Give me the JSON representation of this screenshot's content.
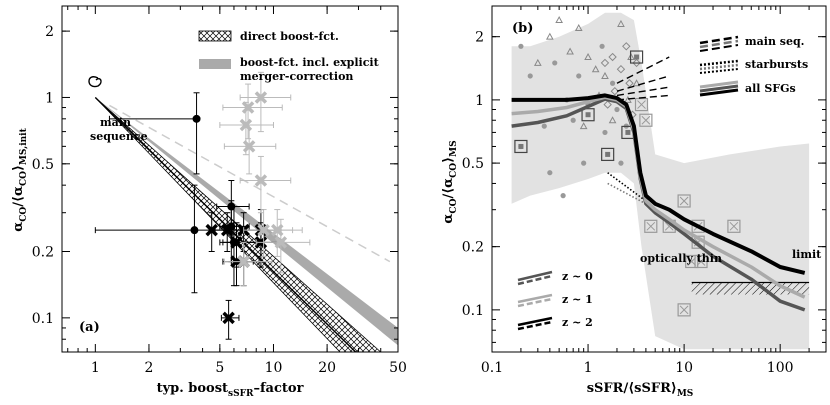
{
  "chart_data": [
    {
      "type": "scatter",
      "panel_label": "(a)",
      "xlabel_main": "typ. boost",
      "xlabel_sub": "sSFR",
      "xlabel_tail": "–factor",
      "ylabel_main": "α",
      "ylabel_sub1": "CO",
      "ylabel_mid": "/⟨α",
      "ylabel_sub2": "CO",
      "ylabel_tail": "⟩",
      "ylabel_sub3": "MS,init",
      "xscale": "log",
      "yscale": "log",
      "xlim": [
        0.65,
        50
      ],
      "ylim": [
        0.07,
        2.6
      ],
      "xticks": [
        1,
        2,
        5,
        10,
        20,
        50
      ],
      "xtick_labels": [
        "1",
        "2",
        "5",
        "10",
        "20",
        "50"
      ],
      "yticks": [
        0.1,
        0.2,
        0.5,
        1,
        2
      ],
      "ytick_labels": [
        "0.1",
        "0.2",
        "0.5",
        "1",
        "2"
      ],
      "legend": [
        {
          "label": "direct boost-fct.",
          "style": "hatched"
        },
        {
          "label": "boost-fct. incl. explicit",
          "label2": "merger-correction",
          "style": "grey band"
        }
      ],
      "annotations": {
        "main_sequence": "main",
        "main_sequence2": "sequence"
      },
      "curves": {
        "band_direct": {
          "x": [
            1,
            40
          ],
          "y_hi": [
            1,
            0.07
          ],
          "y_lo": [
            1,
            0.045
          ]
        },
        "band_merger": {
          "x": [
            1,
            50
          ],
          "y_hi": [
            1,
            0.09
          ],
          "y_lo": [
            1,
            0.075
          ]
        },
        "center_line": {
          "x": [
            1,
            30
          ],
          "y": [
            1,
            0.068
          ]
        },
        "dashed_line": {
          "x": [
            1.2,
            45
          ],
          "y": [
            0.92,
            0.18
          ]
        }
      },
      "series": [
        {
          "name": "",
          "marker": "circle",
          "color": "#000000",
          "points": [
            {
              "x": 3.7,
              "y": 0.8,
              "xerr": [
                2.5,
                0
              ],
              "yerr": [
                0.35,
                0.25
              ]
            },
            {
              "x": 3.6,
              "y": 0.25,
              "xerr": [
                2.6,
                0
              ],
              "yerr": [
                0.12,
                0.15
              ]
            },
            {
              "x": 5.8,
              "y": 0.32,
              "xerr": [
                1.0,
                1.5
              ],
              "yerr": [
                0.1,
                0.1
              ]
            },
            {
              "x": 5.8,
              "y": 0.26,
              "xerr": [
                0.8,
                1.5
              ],
              "yerr": [
                0.08,
                0.08
              ]
            },
            {
              "x": 6.0,
              "y": 0.22,
              "xerr": [
                1.0,
                2.0
              ],
              "yerr": [
                0.08,
                0.1
              ]
            }
          ]
        },
        {
          "name": "",
          "marker": "x",
          "color": "#000000",
          "points": [
            {
              "x": 4.5,
              "y": 0.25,
              "xerr": [
                0.8,
                1.0
              ],
              "yerr": [
                0.05,
                0.05
              ]
            },
            {
              "x": 5.5,
              "y": 0.25,
              "xerr": [
                0.8,
                1.0
              ],
              "yerr": [
                0.05,
                0.05
              ]
            },
            {
              "x": 6.8,
              "y": 0.25,
              "xerr": [
                1.0,
                2.0
              ],
              "yerr": [
                0.05,
                0.05
              ]
            },
            {
              "x": 8.5,
              "y": 0.25,
              "xerr": [
                1.5,
                2.5
              ],
              "yerr": [
                0.06,
                0.06
              ]
            },
            {
              "x": 8.5,
              "y": 0.22,
              "xerr": [
                1.5,
                2.5
              ],
              "yerr": [
                0.05,
                0.05
              ]
            },
            {
              "x": 6.2,
              "y": 0.22,
              "xerr": [
                1.0,
                2.0
              ],
              "yerr": [
                0.05,
                0.05
              ]
            },
            {
              "x": 6.2,
              "y": 0.18,
              "xerr": [
                1.0,
                1.5
              ],
              "yerr": [
                0.04,
                0.04
              ]
            },
            {
              "x": 6.8,
              "y": 0.18,
              "xerr": [
                1.0,
                1.5
              ],
              "yerr": [
                0.04,
                0.04
              ]
            },
            {
              "x": 5.6,
              "y": 0.1,
              "xerr": [
                0.5,
                0.8
              ],
              "yerr": [
                0.02,
                0.02
              ]
            }
          ]
        },
        {
          "name": "",
          "marker": "x",
          "color": "#bbbbbb",
          "points": [
            {
              "x": 8.5,
              "y": 1.0,
              "xerr": [
                2,
                4
              ],
              "yerr": [
                0.3,
                0.3
              ]
            },
            {
              "x": 7.2,
              "y": 0.9,
              "xerr": [
                2,
                4
              ],
              "yerr": [
                0.25,
                0.25
              ]
            },
            {
              "x": 7.0,
              "y": 0.75,
              "xerr": [
                2,
                3
              ],
              "yerr": [
                0.2,
                0.2
              ]
            },
            {
              "x": 7.3,
              "y": 0.6,
              "xerr": [
                2,
                3
              ],
              "yerr": [
                0.15,
                0.15
              ]
            },
            {
              "x": 8.5,
              "y": 0.42,
              "xerr": [
                2,
                4
              ],
              "yerr": [
                0.12,
                0.12
              ]
            },
            {
              "x": 8.8,
              "y": 0.25,
              "xerr": [
                2,
                4
              ],
              "yerr": [
                0.06,
                0.06
              ]
            },
            {
              "x": 10.5,
              "y": 0.25,
              "xerr": [
                2,
                4
              ],
              "yerr": [
                0.06,
                0.06
              ]
            },
            {
              "x": 6.8,
              "y": 0.18,
              "xerr": [
                1.5,
                3
              ],
              "yerr": [
                0.04,
                0.04
              ]
            },
            {
              "x": 11.0,
              "y": 0.22,
              "xerr": [
                3,
                5
              ],
              "yerr": [
                0.06,
                0.06
              ]
            }
          ]
        }
      ]
    },
    {
      "type": "line",
      "panel_label": "(b)",
      "xlabel_main": "sSFR/⟨sSFR⟩",
      "xlabel_sub": "MS",
      "ylabel_main": "α",
      "ylabel_sub1": "CO",
      "ylabel_mid": "/⟨α",
      "ylabel_sub2": "CO",
      "ylabel_tail": "⟩",
      "ylabel_sub3": "MS",
      "xscale": "log",
      "yscale": "log",
      "xlim": [
        0.1,
        300
      ],
      "ylim": [
        0.063,
        2.8
      ],
      "xticks": [
        0.1,
        1,
        10,
        100
      ],
      "xtick_labels": [
        "0.1",
        "1",
        "10",
        "100"
      ],
      "yticks": [
        0.1,
        0.2,
        0.5,
        1,
        2
      ],
      "ytick_labels": [
        "0.1",
        "0.2",
        "0.5",
        "1",
        "2"
      ],
      "legend": [
        {
          "label": "main seq.",
          "style": "long dash"
        },
        {
          "label": "starbursts",
          "style": "dotted"
        },
        {
          "label": "all SFGs",
          "style": "solid"
        }
      ],
      "legend_z": [
        {
          "label": "z ~ 0",
          "color": "#555555"
        },
        {
          "label": "z ~ 1",
          "color": "#aaaaaa"
        },
        {
          "label": "z ~ 2",
          "color": "#000000"
        }
      ],
      "annotations": {
        "limit": "limit",
        "optically_thin": "optically thin"
      },
      "limit_y": 0.135,
      "scatter_band": {
        "x": [
          0.16,
          0.25,
          0.5,
          1.0,
          1.5,
          2.2,
          3.0,
          3.6,
          5,
          10,
          30,
          100,
          200
        ],
        "y_hi": [
          1.8,
          1.8,
          2.0,
          2.3,
          2.6,
          2.6,
          2.4,
          1.5,
          0.55,
          0.5,
          0.55,
          0.6,
          0.62
        ],
        "y_lo": [
          0.32,
          0.35,
          0.38,
          0.42,
          0.45,
          0.45,
          0.4,
          0.2,
          0.075,
          0.065,
          0.065,
          0.065,
          0.065
        ]
      },
      "series": [
        {
          "name": "all SFGs z~2",
          "color": "#000000",
          "width": 4,
          "x": [
            0.16,
            0.3,
            0.6,
            1.0,
            1.5,
            2.0,
            2.5,
            3.0,
            3.5,
            4.0,
            5,
            7,
            10,
            20,
            50,
            100,
            180
          ],
          "y": [
            1.0,
            1.0,
            1.0,
            1.02,
            1.05,
            1.02,
            0.95,
            0.75,
            0.45,
            0.35,
            0.32,
            0.3,
            0.27,
            0.23,
            0.19,
            0.16,
            0.15
          ]
        },
        {
          "name": "all SFGs z~1",
          "color": "#aaaaaa",
          "width": 3.5,
          "x": [
            0.16,
            0.3,
            0.6,
            1.0,
            1.5,
            2.0,
            2.5,
            3.0,
            3.5,
            4.0,
            5,
            7,
            10,
            20,
            50,
            100,
            180
          ],
          "y": [
            0.86,
            0.88,
            0.92,
            0.98,
            1.03,
            1.0,
            0.93,
            0.72,
            0.43,
            0.33,
            0.3,
            0.27,
            0.24,
            0.2,
            0.16,
            0.13,
            0.115
          ]
        },
        {
          "name": "all SFGs z~0",
          "color": "#555555",
          "width": 3.5,
          "x": [
            0.16,
            0.3,
            0.6,
            1.0,
            1.5,
            2.0,
            2.5,
            3.0,
            3.5,
            4.0,
            5,
            7,
            10,
            20,
            50,
            100,
            180
          ],
          "y": [
            0.75,
            0.78,
            0.84,
            0.93,
            1.01,
            0.98,
            0.91,
            0.7,
            0.42,
            0.32,
            0.29,
            0.26,
            0.23,
            0.18,
            0.14,
            0.11,
            0.1
          ]
        }
      ],
      "ms_lines": [
        {
          "x": [
            2.0,
            7.0
          ],
          "y": [
            1.2,
            1.6
          ],
          "color": "#000000"
        },
        {
          "x": [
            2.0,
            7.0
          ],
          "y": [
            1.1,
            1.3
          ],
          "color": "#000000"
        },
        {
          "x": [
            2.0,
            7.0
          ],
          "y": [
            1.05,
            1.15
          ],
          "color": "#000000"
        },
        {
          "x": [
            2.0,
            7.0
          ],
          "y": [
            1.0,
            1.05
          ],
          "color": "#000000"
        }
      ],
      "sb_lines": [
        {
          "x": [
            1.6,
            4.0
          ],
          "y": [
            0.45,
            0.33
          ],
          "color": "#000000"
        },
        {
          "x": [
            1.6,
            4.0
          ],
          "y": [
            0.4,
            0.32
          ],
          "color": "#777777"
        }
      ],
      "gray_points": {
        "circles": [
          [
            0.2,
            1.8
          ],
          [
            0.25,
            1.3
          ],
          [
            0.45,
            1.5
          ],
          [
            0.6,
            1.0
          ],
          [
            0.8,
            1.3
          ],
          [
            1.0,
            0.95
          ],
          [
            0.7,
            0.8
          ],
          [
            1.4,
            1.8
          ],
          [
            1.8,
            1.2
          ],
          [
            2.0,
            0.9
          ],
          [
            1.5,
            0.7
          ],
          [
            2.5,
            0.75
          ],
          [
            0.2,
            0.6
          ],
          [
            0.55,
            0.35
          ],
          [
            0.4,
            0.45
          ],
          [
            0.35,
            0.75
          ],
          [
            0.9,
            0.5
          ],
          [
            2.2,
            0.5
          ]
        ],
        "triangles": [
          [
            0.5,
            2.4
          ],
          [
            0.8,
            2.2
          ],
          [
            1.0,
            1.6
          ],
          [
            0.65,
            1.7
          ],
          [
            1.2,
            1.4
          ],
          [
            1.5,
            1.3
          ],
          [
            2.2,
            2.3
          ],
          [
            2.8,
            1.6
          ],
          [
            3.2,
            1.2
          ],
          [
            0.3,
            1.5
          ],
          [
            0.9,
            0.75
          ],
          [
            2.6,
            1.0
          ],
          [
            1.8,
            0.8
          ],
          [
            0.4,
            2.0
          ],
          [
            1.3,
            1.05
          ]
        ],
        "diamonds": [
          [
            1.5,
            1.5
          ],
          [
            1.8,
            1.6
          ],
          [
            2.2,
            1.4
          ],
          [
            2.5,
            1.8
          ],
          [
            2.7,
            1.2
          ],
          [
            3.2,
            1.5
          ],
          [
            1.9,
            1.1
          ],
          [
            1.6,
            0.95
          ],
          [
            2.9,
            0.85
          ]
        ]
      },
      "squares": [
        {
          "x": 3.2,
          "y": 1.6,
          "dark": true
        },
        {
          "x": 1.0,
          "y": 0.85,
          "dark": true
        },
        {
          "x": 0.2,
          "y": 0.6,
          "dark": true
        },
        {
          "x": 1.6,
          "y": 0.55,
          "dark": true
        },
        {
          "x": 2.6,
          "y": 0.7,
          "dark": true
        },
        {
          "x": 3.6,
          "y": 0.95,
          "dark": false
        },
        {
          "x": 4.0,
          "y": 0.8,
          "dark": false
        },
        {
          "x": 10,
          "y": 0.33,
          "dark": false
        },
        {
          "x": 4.5,
          "y": 0.25,
          "dark": false
        },
        {
          "x": 7.0,
          "y": 0.25,
          "dark": false
        },
        {
          "x": 14,
          "y": 0.25,
          "dark": false
        },
        {
          "x": 33,
          "y": 0.25,
          "dark": false
        },
        {
          "x": 14,
          "y": 0.21,
          "dark": false
        },
        {
          "x": 12,
          "y": 0.17,
          "dark": false
        },
        {
          "x": 15,
          "y": 0.17,
          "dark": false
        },
        {
          "x": 10,
          "y": 0.1,
          "dark": false
        }
      ]
    }
  ]
}
